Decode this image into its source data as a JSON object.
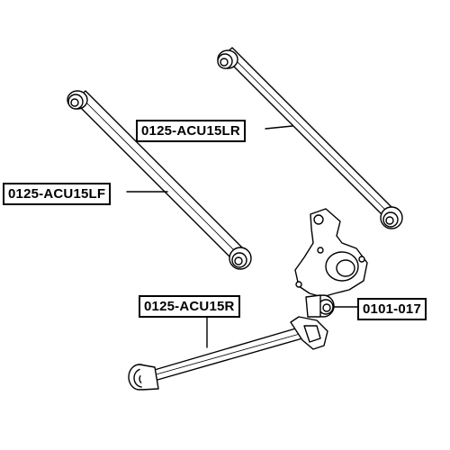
{
  "labels": {
    "rear_lateral_arm_lr": "0125-ACU15LR",
    "rear_lateral_arm_lf": "0125-ACU15LF",
    "rear_lateral_arm_r": "0125-ACU15R",
    "knuckle_bushing": "0101-017"
  },
  "colors": {
    "ink": "#000000",
    "paper": "#ffffff",
    "part_fill": "#ffffff"
  }
}
